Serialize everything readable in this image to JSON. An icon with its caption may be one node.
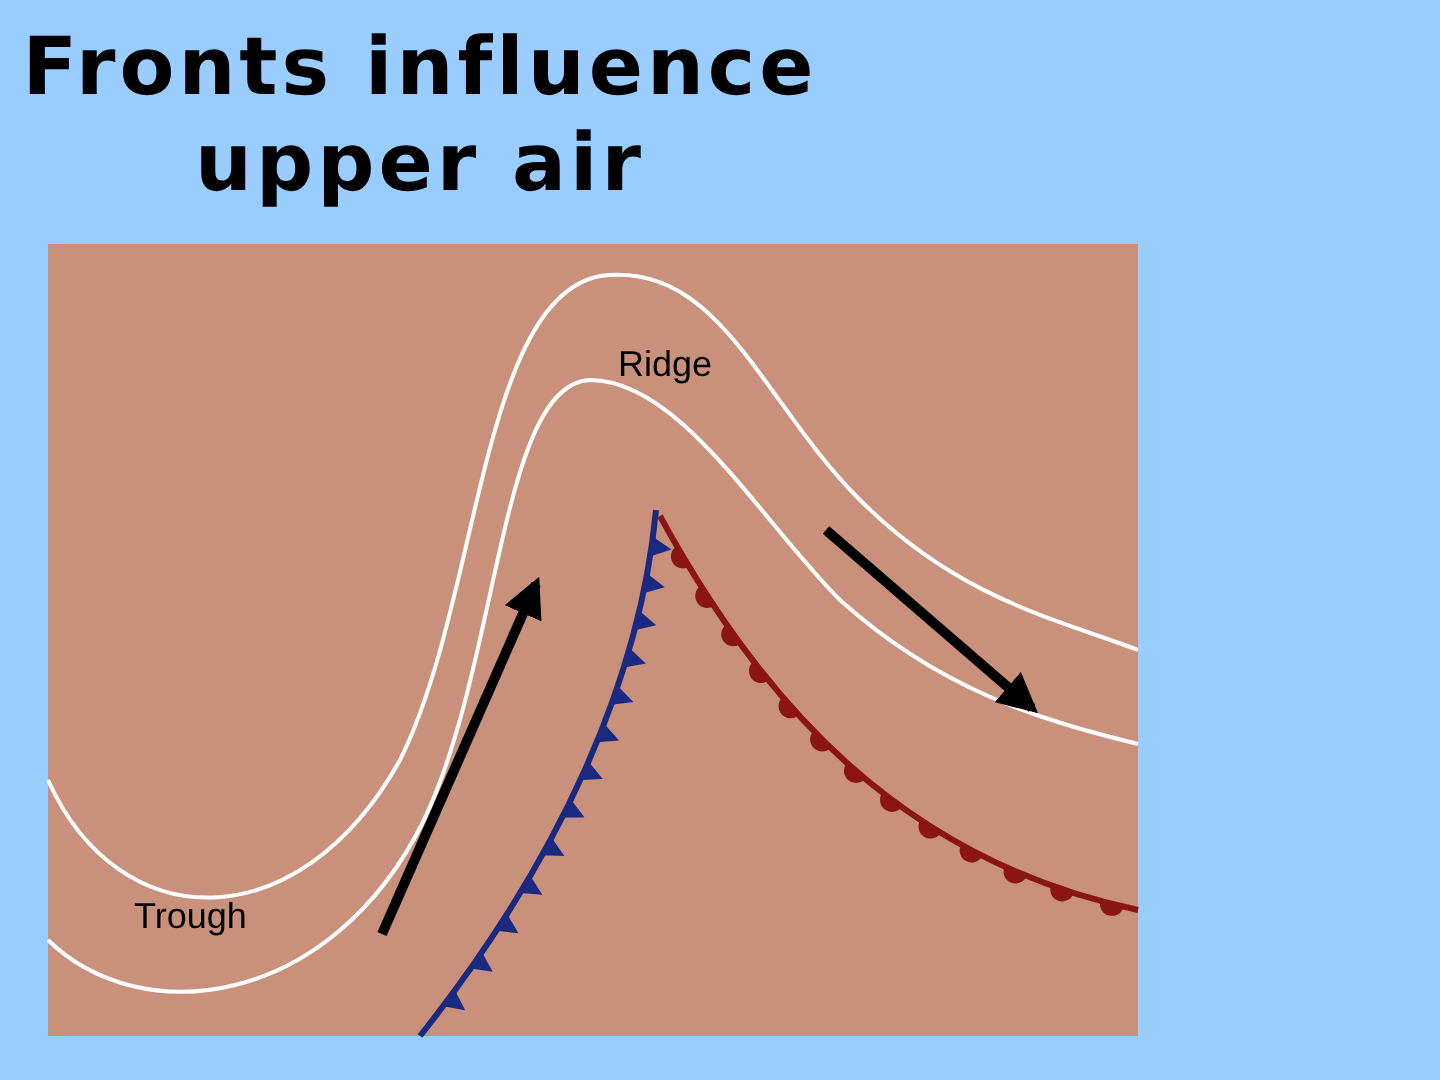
{
  "diagram": {
    "title": "Fronts influence upper air",
    "labels": [
      "Ridge",
      "Trough"
    ]
  }
}
